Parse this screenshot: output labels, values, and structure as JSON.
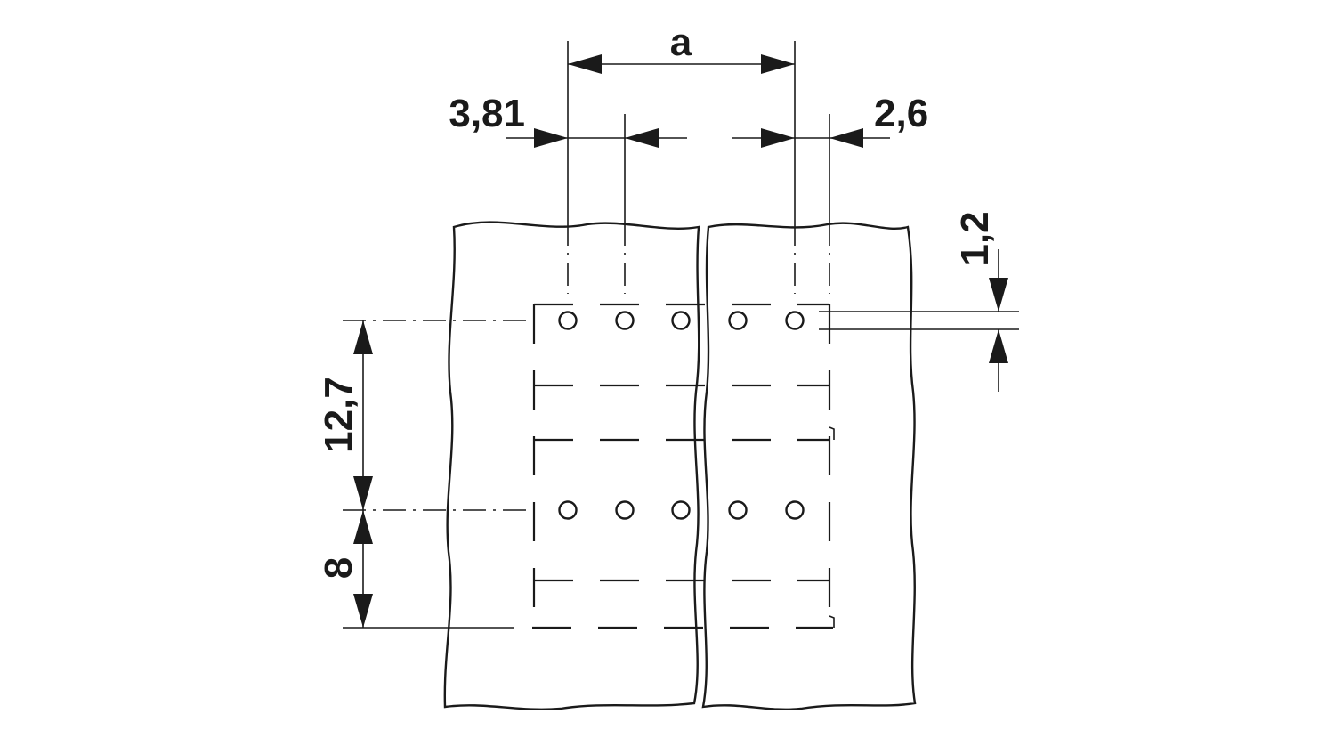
{
  "drawing": {
    "dimensions": {
      "span": "a",
      "pitch": "3,81",
      "edge_offset": "2,6",
      "hole_diameter": "1,2",
      "row_spacing": "12,7",
      "edge_distance": "8"
    },
    "grid": {
      "rows": 2,
      "visible_holes_per_row": 5
    },
    "colors": {
      "ink": "#1a1a1a",
      "paper": "#ffffff"
    }
  }
}
